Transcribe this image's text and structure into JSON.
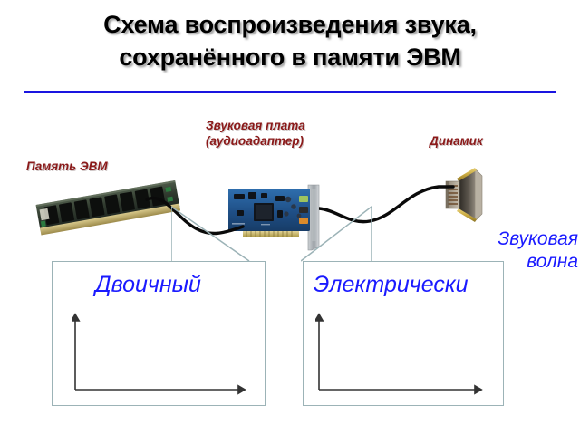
{
  "slide": {
    "title": "Схема воспроизведения звука,\nсохранённого в памяти ЭВМ",
    "title_rule_color": "#1a15e0",
    "background_color": "#ffffff"
  },
  "labels": {
    "memory": "Память ЭВМ",
    "sound_card": "Звуковая плата\n(аудиоадаптер)",
    "speaker": "Динамик",
    "sound_wave": "Звуковая\nволна",
    "label_color_hardware": "#8b1a1a",
    "label_color_signal": "#1a1aff"
  },
  "callouts": [
    {
      "name": "binary",
      "label": "Двоичный",
      "border_color": "#9cb3b7",
      "axis_color": "#333333"
    },
    {
      "name": "electric",
      "label": "Электрически",
      "border_color": "#9cb3b7",
      "axis_color": "#333333"
    }
  ],
  "hardware": [
    {
      "name": "memory-module",
      "icon": "ram-stick-icon"
    },
    {
      "name": "sound-card",
      "icon": "pci-sound-card-icon"
    },
    {
      "name": "speaker",
      "icon": "loudspeaker-icon"
    }
  ],
  "wires": [
    {
      "name": "memory-to-card",
      "color": "#000000"
    },
    {
      "name": "card-to-speaker",
      "color": "#000000"
    }
  ]
}
